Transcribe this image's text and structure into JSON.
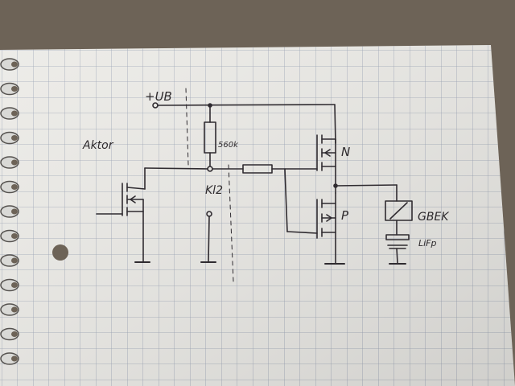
{
  "paper": {
    "color": "#ecebe7",
    "grid_color": "#9aa3b5",
    "background_color": "#6d6357",
    "ink_color": "#2f2b30"
  },
  "labels": {
    "supply": "+UB",
    "resistor": "560k",
    "aktor": "Aktor",
    "terminal": "Kl2",
    "nmos": "N",
    "pmos": "P",
    "relay": "GBEK",
    "battery": "LiFp"
  }
}
